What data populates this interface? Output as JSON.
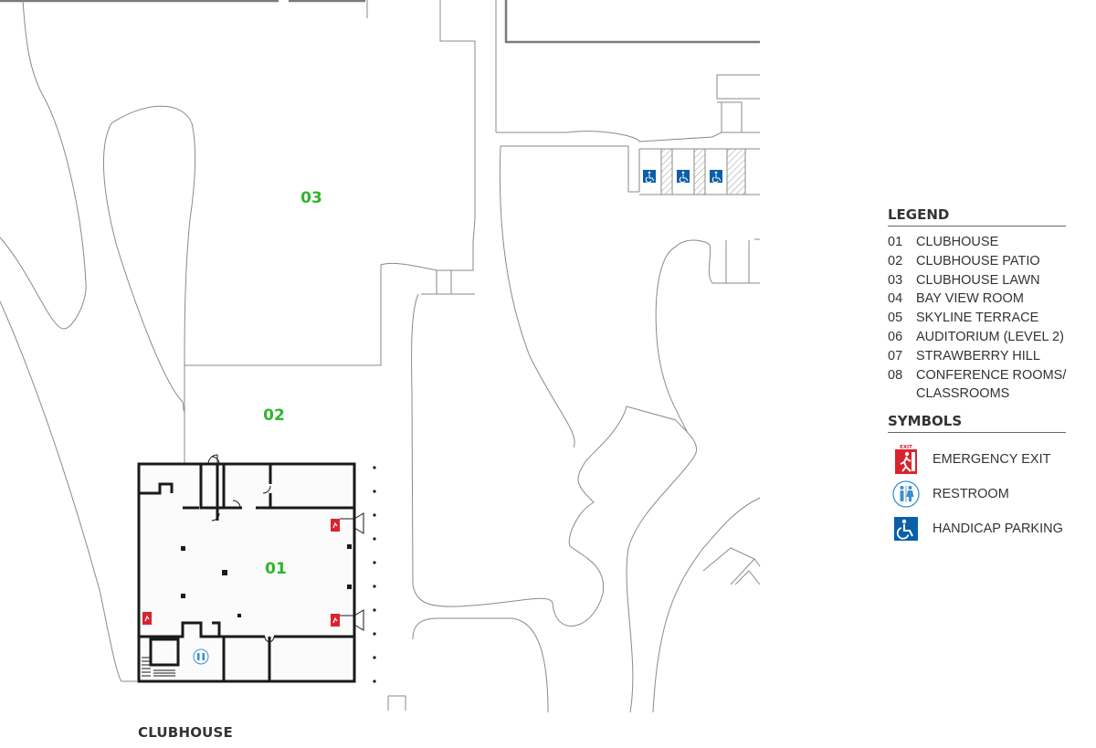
{
  "map": {
    "zones": [
      {
        "number": "03"
      },
      {
        "number": "02"
      },
      {
        "number": "01"
      }
    ]
  },
  "page_title": "CLUBHOUSE",
  "legend": {
    "heading": "LEGEND",
    "items": [
      {
        "number": "01",
        "label": "CLUBHOUSE"
      },
      {
        "number": "02",
        "label": "CLUBHOUSE PATIO"
      },
      {
        "number": "03",
        "label": "CLUBHOUSE LAWN"
      },
      {
        "number": "04",
        "label": "BAY VIEW ROOM"
      },
      {
        "number": "05",
        "label": "SKYLINE TERRACE"
      },
      {
        "number": "06",
        "label": "AUDITORIUM (LEVEL 2)"
      },
      {
        "number": "07",
        "label": "STRAWBERRY HILL"
      },
      {
        "number": "08",
        "label": "CONFERENCE ROOMS/ CLASSROOMS"
      }
    ]
  },
  "symbols": {
    "heading": "SYMBOLS",
    "items": [
      {
        "icon": "emergency-exit-icon",
        "label": "EMERGENCY EXIT",
        "sign_text": "EXIT"
      },
      {
        "icon": "restroom-icon",
        "label": "RESTROOM"
      },
      {
        "icon": "handicap-parking-icon",
        "label": "HANDICAP PARKING"
      }
    ]
  },
  "colors": {
    "zone_number": "#2fb52a",
    "exit_red": "#d9232e",
    "handicap_blue": "#0a5fa8",
    "restroom_blue": "#3a8fd0",
    "map_line": "#8a8a8a",
    "wall": "#1a1a1a"
  }
}
